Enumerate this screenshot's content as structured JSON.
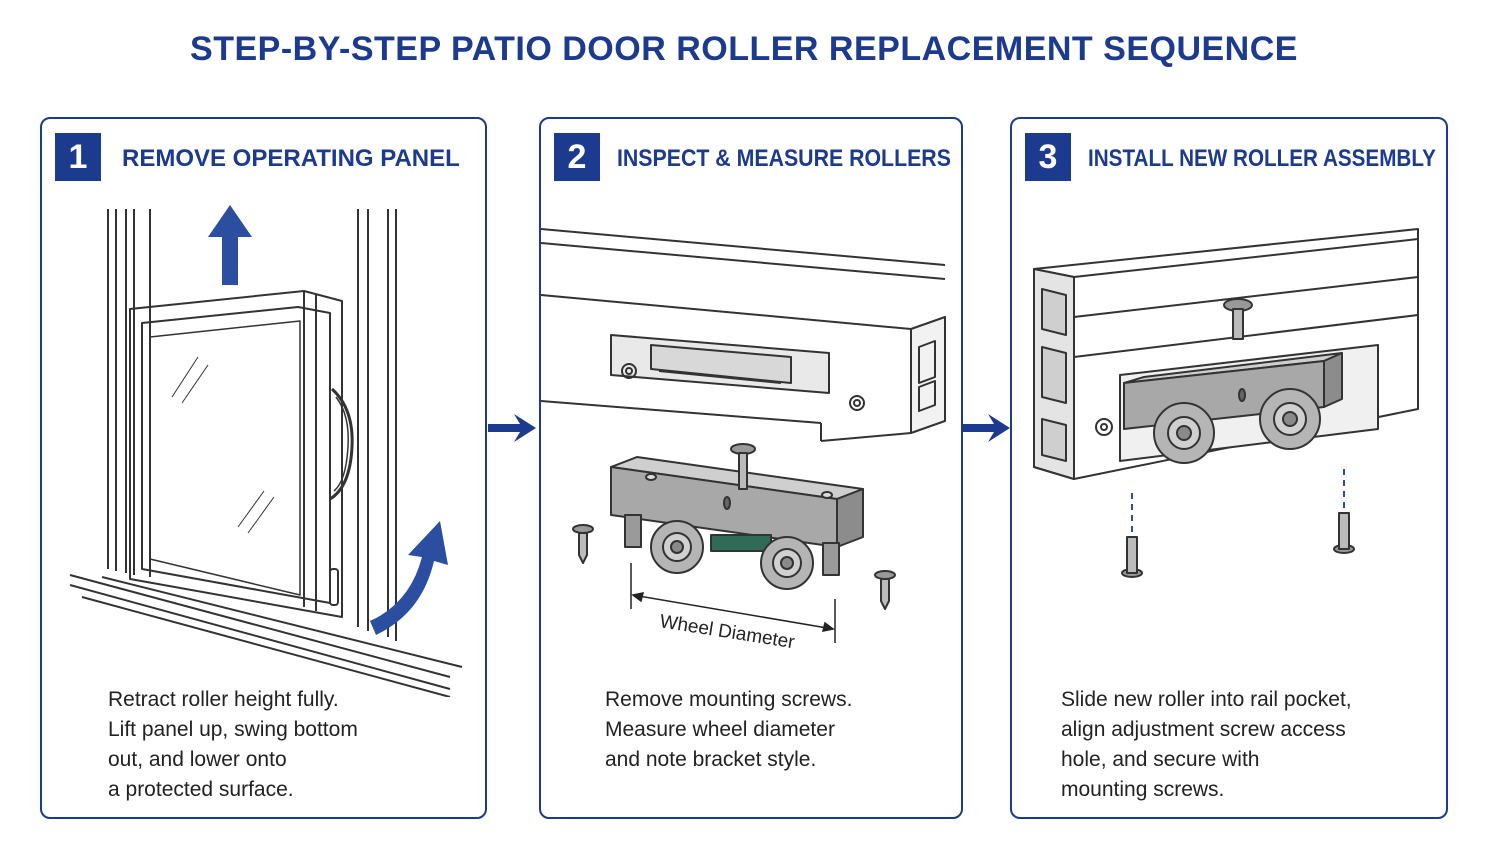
{
  "title": "STEP-BY-STEP PATIO DOOR ROLLER REPLACEMENT SEQUENCE",
  "colors": {
    "accent": "#1c3a8e",
    "line": "#333333",
    "metal": "#a8a8a8"
  },
  "steps": [
    {
      "number": "1",
      "title": "REMOVE OPERATING PANEL",
      "description": [
        "Retract roller height fully.",
        "Lift panel up, swing bottom",
        "out, and lower onto",
        "a protected surface."
      ]
    },
    {
      "number": "2",
      "title": "INSPECT & MEASURE ROLLERS",
      "dimension_label": "Wheel Diameter",
      "description": [
        "Remove mounting screws.",
        "Measure wheel diameter",
        "and note bracket style."
      ]
    },
    {
      "number": "3",
      "title": "INSTALL NEW ROLLER ASSEMBLY",
      "description": [
        "Slide new roller into rail pocket,",
        "align adjustment screw access",
        "hole, and secure with",
        "mounting screws."
      ]
    }
  ]
}
